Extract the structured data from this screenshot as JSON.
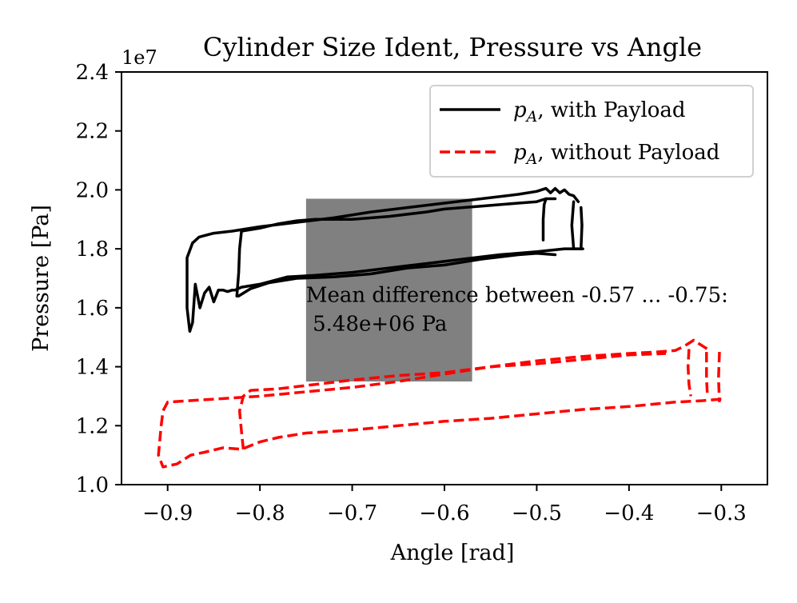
{
  "chart_data": {
    "type": "line",
    "title": "Cylinder Size Ident, Pressure vs Angle",
    "xlabel": "Angle [rad]",
    "ylabel": "Pressure [Pa]",
    "y_offset_label": "1e7",
    "xlim": [
      -0.95,
      -0.25
    ],
    "ylim": [
      1.0,
      2.4
    ],
    "y_scale_factor": 10000000,
    "x_ticks": [
      -0.9,
      -0.8,
      -0.7,
      -0.6,
      -0.5,
      -0.4,
      -0.3
    ],
    "x_tick_labels": [
      "−0.9",
      "−0.8",
      "−0.7",
      "−0.6",
      "−0.5",
      "−0.4",
      "−0.3"
    ],
    "y_ticks": [
      1.0,
      1.2,
      1.4,
      1.6,
      1.8,
      2.0,
      2.2,
      2.4
    ],
    "y_tick_labels": [
      "1.0",
      "1.2",
      "1.4",
      "1.6",
      "1.8",
      "2.0",
      "2.2",
      "2.4"
    ],
    "grid": false,
    "legend_position": "top-right",
    "shaded_region": {
      "x": [
        -0.75,
        -0.57
      ],
      "y": [
        1.35,
        1.97
      ],
      "color": "#808080"
    },
    "annotation": {
      "line1": "Mean difference between -0.57 ... -0.75:",
      "line2": " 5.48e+06 Pa",
      "x": -0.75,
      "y": 1.62
    },
    "series": [
      {
        "name": "with Payload",
        "legend_symbol": "p",
        "legend_subscript": "A",
        "legend_suffix": ", with Payload",
        "color": "#000000",
        "style": "solid",
        "segments": [
          [
            [
              -0.873,
              1.82
            ],
            [
              -0.866,
              1.84
            ],
            [
              -0.85,
              1.853
            ],
            [
              -0.83,
              1.86
            ],
            [
              -0.8,
              1.875
            ],
            [
              -0.76,
              1.89
            ],
            [
              -0.72,
              1.905
            ],
            [
              -0.68,
              1.925
            ],
            [
              -0.64,
              1.94
            ],
            [
              -0.6,
              1.955
            ],
            [
              -0.56,
              1.97
            ],
            [
              -0.52,
              1.985
            ],
            [
              -0.5,
              1.995
            ],
            [
              -0.49,
              2.005
            ],
            [
              -0.485,
              1.99
            ],
            [
              -0.48,
              2.005
            ],
            [
              -0.475,
              1.99
            ],
            [
              -0.47,
              2.0
            ],
            [
              -0.465,
              1.985
            ],
            [
              -0.46,
              1.98
            ],
            [
              -0.455,
              1.96
            ]
          ],
          [
            [
              -0.45,
              1.8
            ],
            [
              -0.47,
              1.8
            ],
            [
              -0.5,
              1.79
            ],
            [
              -0.54,
              1.78
            ],
            [
              -0.58,
              1.765
            ],
            [
              -0.62,
              1.75
            ],
            [
              -0.66,
              1.735
            ],
            [
              -0.7,
              1.72
            ],
            [
              -0.74,
              1.71
            ],
            [
              -0.77,
              1.705
            ],
            [
              -0.8,
              1.68
            ],
            [
              -0.82,
              1.67
            ],
            [
              -0.827,
              1.66
            ],
            [
              -0.83,
              1.66
            ],
            [
              -0.835,
              1.655
            ],
            [
              -0.84,
              1.66
            ],
            [
              -0.845,
              1.66
            ],
            [
              -0.85,
              1.62
            ],
            [
              -0.855,
              1.67
            ],
            [
              -0.86,
              1.65
            ],
            [
              -0.865,
              1.6
            ],
            [
              -0.87,
              1.68
            ],
            [
              -0.873,
              1.55
            ],
            [
              -0.876,
              1.52
            ],
            [
              -0.879,
              1.6
            ],
            [
              -0.879,
              1.77
            ],
            [
              -0.873,
              1.82
            ]
          ],
          [
            [
              -0.825,
              1.64
            ],
            [
              -0.823,
              1.72
            ],
            [
              -0.822,
              1.8
            ],
            [
              -0.82,
              1.86
            ],
            [
              -0.8,
              1.87
            ],
            [
              -0.78,
              1.885
            ],
            [
              -0.76,
              1.895
            ],
            [
              -0.74,
              1.9
            ],
            [
              -0.7,
              1.9
            ],
            [
              -0.66,
              1.91
            ],
            [
              -0.62,
              1.925
            ],
            [
              -0.6,
              1.935
            ],
            [
              -0.56,
              1.945
            ],
            [
              -0.52,
              1.955
            ],
            [
              -0.5,
              1.96
            ],
            [
              -0.49,
              1.97
            ],
            [
              -0.48,
              1.97
            ]
          ],
          [
            [
              -0.48,
              1.78
            ],
            [
              -0.5,
              1.785
            ],
            [
              -0.52,
              1.78
            ],
            [
              -0.56,
              1.765
            ],
            [
              -0.6,
              1.745
            ],
            [
              -0.64,
              1.735
            ],
            [
              -0.68,
              1.715
            ],
            [
              -0.72,
              1.705
            ],
            [
              -0.76,
              1.7
            ],
            [
              -0.79,
              1.685
            ],
            [
              -0.81,
              1.665
            ],
            [
              -0.823,
              1.64
            ],
            [
              -0.825,
              1.64
            ]
          ],
          [
            [
              -0.493,
              1.83
            ],
            [
              -0.493,
              1.9
            ],
            [
              -0.492,
              1.95
            ],
            [
              -0.49,
              1.97
            ]
          ],
          [
            [
              -0.46,
              1.8
            ],
            [
              -0.462,
              1.88
            ],
            [
              -0.46,
              1.96
            ]
          ],
          [
            [
              -0.452,
              1.8
            ],
            [
              -0.451,
              1.88
            ],
            [
              -0.452,
              1.94
            ]
          ]
        ]
      },
      {
        "name": "without Payload",
        "legend_symbol": "p",
        "legend_subscript": "A",
        "legend_suffix": ", without Payload",
        "color": "#ff0000",
        "style": "dashed",
        "segments": [
          [
            [
              -0.907,
              1.2
            ],
            [
              -0.905,
              1.25
            ],
            [
              -0.9,
              1.28
            ],
            [
              -0.85,
              1.29
            ],
            [
              -0.8,
              1.3
            ],
            [
              -0.75,
              1.315
            ],
            [
              -0.7,
              1.33
            ],
            [
              -0.65,
              1.35
            ],
            [
              -0.6,
              1.375
            ],
            [
              -0.55,
              1.4
            ],
            [
              -0.5,
              1.42
            ],
            [
              -0.45,
              1.435
            ],
            [
              -0.4,
              1.445
            ],
            [
              -0.37,
              1.45
            ],
            [
              -0.35,
              1.455
            ],
            [
              -0.34,
              1.47
            ],
            [
              -0.335,
              1.48
            ],
            [
              -0.33,
              1.49
            ],
            [
              -0.325,
              1.48
            ],
            [
              -0.32,
              1.47
            ],
            [
              -0.315,
              1.46
            ]
          ],
          [
            [
              -0.3,
              1.29
            ],
            [
              -0.32,
              1.285
            ],
            [
              -0.35,
              1.28
            ],
            [
              -0.4,
              1.265
            ],
            [
              -0.45,
              1.255
            ],
            [
              -0.5,
              1.24
            ],
            [
              -0.55,
              1.225
            ],
            [
              -0.6,
              1.215
            ],
            [
              -0.65,
              1.2
            ],
            [
              -0.7,
              1.185
            ],
            [
              -0.75,
              1.175
            ],
            [
              -0.78,
              1.16
            ],
            [
              -0.8,
              1.145
            ],
            [
              -0.82,
              1.12
            ],
            [
              -0.84,
              1.125
            ],
            [
              -0.86,
              1.11
            ],
            [
              -0.875,
              1.1
            ],
            [
              -0.89,
              1.07
            ],
            [
              -0.905,
              1.06
            ],
            [
              -0.91,
              1.1
            ],
            [
              -0.907,
              1.2
            ]
          ],
          [
            [
              -0.818,
              1.12
            ],
            [
              -0.82,
              1.18
            ],
            [
              -0.822,
              1.25
            ],
            [
              -0.818,
              1.3
            ],
            [
              -0.81,
              1.32
            ],
            [
              -0.78,
              1.325
            ],
            [
              -0.74,
              1.34
            ],
            [
              -0.7,
              1.355
            ],
            [
              -0.65,
              1.37
            ],
            [
              -0.6,
              1.38
            ],
            [
              -0.55,
              1.4
            ],
            [
              -0.5,
              1.41
            ],
            [
              -0.45,
              1.425
            ],
            [
              -0.4,
              1.44
            ],
            [
              -0.36,
              1.445
            ]
          ],
          [
            [
              -0.335,
              1.46
            ],
            [
              -0.336,
              1.4
            ],
            [
              -0.335,
              1.34
            ],
            [
              -0.333,
              1.3
            ]
          ],
          [
            [
              -0.316,
              1.45
            ],
            [
              -0.316,
              1.36
            ],
            [
              -0.315,
              1.3
            ]
          ],
          [
            [
              -0.302,
              1.45
            ],
            [
              -0.303,
              1.36
            ],
            [
              -0.302,
              1.28
            ]
          ]
        ]
      }
    ]
  }
}
